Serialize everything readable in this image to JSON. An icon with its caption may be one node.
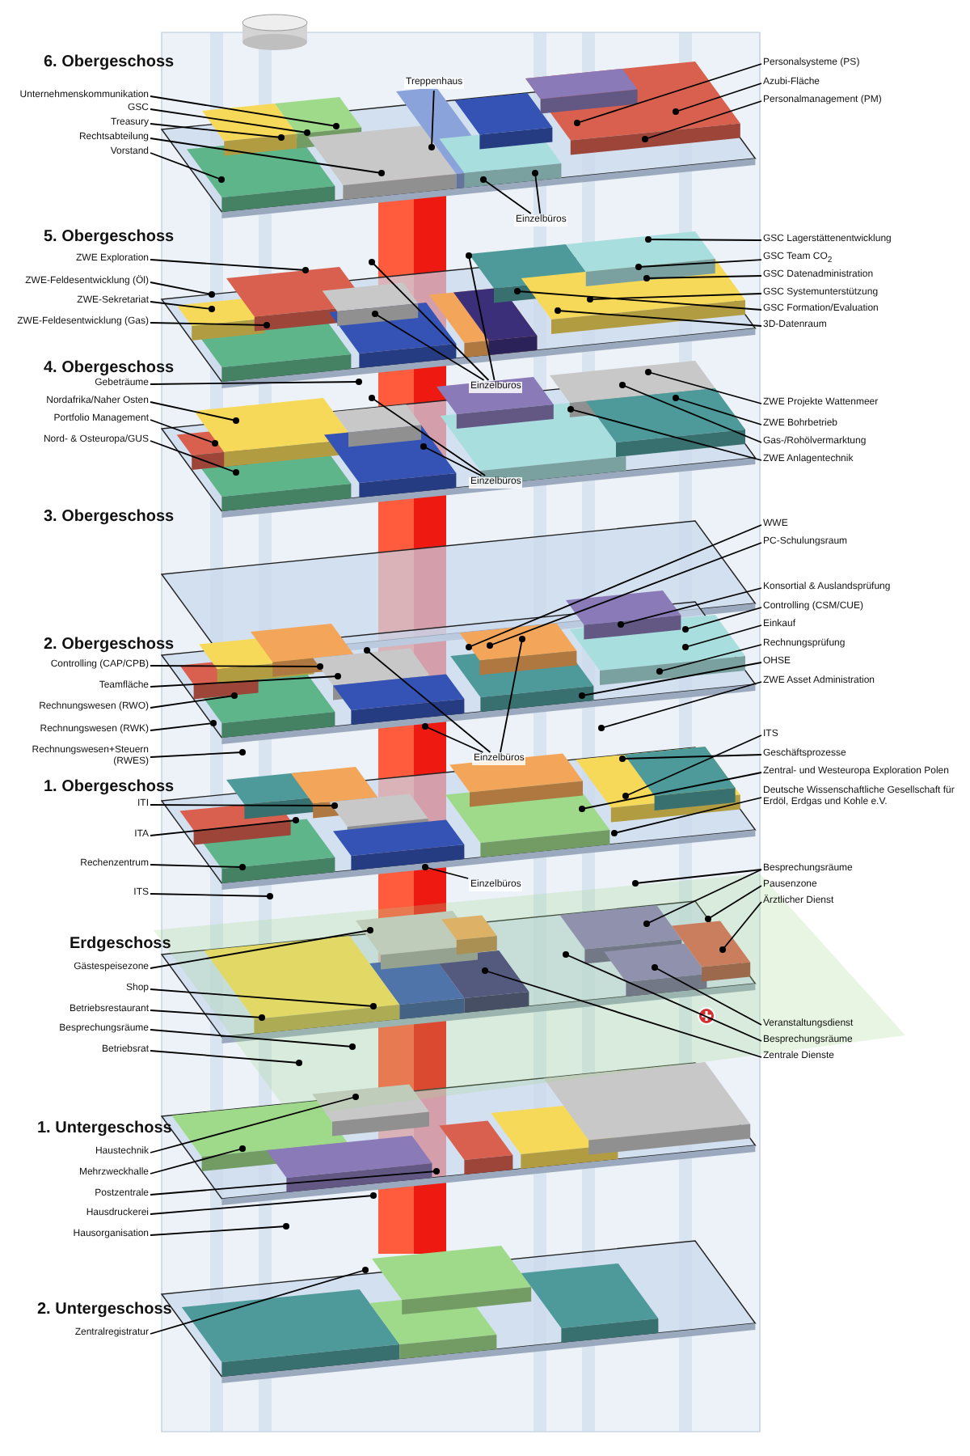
{
  "diagram": {
    "nodes": [
      {
        "text": [
          "Unternehmenskommunikation"
        ]
      },
      {
        "text": [
          "GSC"
        ]
      },
      {
        "text": [
          "Treasury"
        ]
      },
      {
        "text": [
          "Rechtsabteilung"
        ]
      },
      {
        "text": [
          "Vorstand"
        ]
      },
      {
        "text": [
          "Treppenhaus"
        ]
      },
      {
        "text": [
          "Personalsysteme (PS)"
        ]
      },
      {
        "text": [
          "Azubi-Fläche"
        ]
      },
      {
        "text": [
          "Personalmanagement (PM)"
        ]
      },
      {
        "text": [
          "Einzelbüros"
        ]
      },
      {
        "text": [
          "ZWE Exploration"
        ]
      },
      {
        "text": [
          "ZWE-Feldesentwicklung (Öl)"
        ]
      },
      {
        "text": [
          "ZWE-Sekretariat"
        ]
      },
      {
        "text": [
          "ZWE-Feldesentwicklung (Gas)"
        ]
      },
      {
        "text": [
          "GSC Lagerstättenentwicklung"
        ]
      },
      {
        "text": [
          "GSC Team CO$_{2}$"
        ]
      },
      {
        "text": [
          "GSC Datenadministration"
        ]
      },
      {
        "text": [
          "GSC Systemunterstützung"
        ]
      },
      {
        "text": [
          "GSC Formation/Evaluation"
        ]
      },
      {
        "text": [
          "3D-Datenraum"
        ]
      },
      {
        "text": [
          "Einzelbüros"
        ]
      },
      {
        "text": [
          "Gebeträume"
        ]
      },
      {
        "text": [
          "Nordafrika/Naher Osten"
        ]
      },
      {
        "text": [
          "Portfolio Management"
        ]
      },
      {
        "text": [
          "Nord- & Osteuropa/GUS"
        ]
      },
      {
        "text": [
          "ZWE Projekte Wattenmeer"
        ]
      },
      {
        "text": [
          "ZWE Bohrbetrieb"
        ]
      },
      {
        "text": [
          "Gas-/Rohölvermarktung"
        ]
      },
      {
        "text": [
          "ZWE Anlagentechnik"
        ]
      },
      {
        "text": [
          "Einzelbüros"
        ]
      },
      {
        "text": [
          "WWE"
        ]
      },
      {
        "text": [
          "PC-Schulungsraum"
        ]
      },
      {
        "text": [
          "Konsortial & Auslandsprüfung"
        ]
      },
      {
        "text": [
          "Controlling (CSM/CUE)"
        ]
      },
      {
        "text": [
          "Einkauf"
        ]
      },
      {
        "text": [
          "Rechnungsprüfung"
        ]
      },
      {
        "text": [
          "OHSE"
        ]
      },
      {
        "text": [
          "ZWE Asset Administration"
        ]
      },
      {
        "text": [
          "Controlling (CAP/CPB)"
        ]
      },
      {
        "text": [
          "Teamfläche"
        ]
      },
      {
        "text": [
          "Rechnungswesen (RWO)"
        ]
      },
      {
        "text": [
          "Rechnungswesen (RWK)"
        ]
      },
      {
        "text": [
          "Rechnungswesen+Steuern (RWES)"
        ]
      },
      {
        "text": [
          "Einzelbüros"
        ]
      },
      {
        "text": [
          "ITS"
        ]
      },
      {
        "text": [
          "Geschäftsprozesse"
        ]
      },
      {
        "text": [
          "Zentral- und Westeuropa Exploration Polen"
        ]
      },
      {
        "text": [
          "Deutsche Wissenschaftliche Gesellschaft für Erdöl, Erdgas und Kohle e.V."
        ]
      },
      {
        "text": [
          "ITI"
        ]
      },
      {
        "text": [
          "ITA"
        ]
      },
      {
        "text": [
          "Rechenzentrum"
        ]
      },
      {
        "text": [
          "ITS"
        ]
      },
      {
        "text": [
          "Einzelbüros"
        ]
      },
      {
        "text": [
          "Besprechungsräume"
        ]
      },
      {
        "text": [
          "Pausenzone"
        ]
      },
      {
        "text": [
          "Ärztlicher Dienst"
        ]
      },
      {
        "text": [
          "Gästespeisezone"
        ]
      },
      {
        "text": [
          "Shop"
        ]
      },
      {
        "text": [
          "Betriebsrestaurant"
        ]
      },
      {
        "text": [
          "Besprechungsräume"
        ]
      },
      {
        "text": [
          "Betriebsrat"
        ]
      },
      {
        "text": [
          "Veranstaltungsdienst"
        ]
      },
      {
        "text": [
          "Besprechungsräume"
        ]
      },
      {
        "text": [
          "Zentrale Dienste"
        ]
      },
      {
        "text": [
          "Haustechnik"
        ]
      },
      {
        "text": [
          "Mehrzweckhalle"
        ]
      },
      {
        "text": [
          "Postzentrale"
        ]
      },
      {
        "text": [
          "Hausdruckerei"
        ]
      },
      {
        "text": [
          "Hausorganisation"
        ]
      },
      {
        "text": [
          "Zentralregistratur"
        ]
      }
    ],
    "edges": [
      {
        "from": 0,
        "to": null,
        "arrow": "other"
      },
      {
        "from": 1,
        "to": null,
        "arrow": "other"
      },
      {
        "from": 2,
        "to": null,
        "arrow": "other"
      },
      {
        "from": 3,
        "to": null,
        "arrow": "other"
      },
      {
        "from": 4,
        "to": null,
        "arrow": "other"
      },
      {
        "from": 5,
        "to": null,
        "arrow": "other"
      },
      {
        "from": 6,
        "to": null,
        "arrow": "other"
      },
      {
        "from": 7,
        "to": null,
        "arrow": "other"
      },
      {
        "from": 8,
        "to": null,
        "arrow": "other"
      },
      {
        "from": 9,
        "to": null,
        "arrow": "other"
      },
      {
        "from": 9,
        "to": null,
        "arrow": "other"
      },
      {
        "from": 10,
        "to": null,
        "arrow": "other"
      },
      {
        "from": 11,
        "to": null,
        "arrow": "other"
      },
      {
        "from": 12,
        "to": null,
        "arrow": "other"
      },
      {
        "from": 13,
        "to": null,
        "arrow": "other"
      },
      {
        "from": 14,
        "to": null,
        "arrow": "other"
      },
      {
        "from": 15,
        "to": null,
        "arrow": "other"
      },
      {
        "from": 16,
        "to": null,
        "arrow": "other"
      },
      {
        "from": 17,
        "to": null,
        "arrow": "other"
      },
      {
        "from": 18,
        "to": null,
        "arrow": "other"
      },
      {
        "from": 19,
        "to": null,
        "arrow": "other"
      },
      {
        "from": 20,
        "to": null,
        "arrow": "other"
      },
      {
        "from": 20,
        "to": null,
        "arrow": "other"
      },
      {
        "from": 20,
        "to": null,
        "arrow": "other"
      },
      {
        "from": 21,
        "to": null,
        "arrow": "other"
      },
      {
        "from": 22,
        "to": null,
        "arrow": "other"
      },
      {
        "from": 23,
        "to": null,
        "arrow": "other"
      },
      {
        "from": 24,
        "to": null,
        "arrow": "other"
      },
      {
        "from": 25,
        "to": null,
        "arrow": "other"
      },
      {
        "from": 26,
        "to": null,
        "arrow": "other"
      },
      {
        "from": 27,
        "to": null,
        "arrow": "other"
      },
      {
        "from": 28,
        "to": null,
        "arrow": "other"
      },
      {
        "from": 29,
        "to": null,
        "arrow": "other"
      },
      {
        "from": 29,
        "to": null,
        "arrow": "other"
      },
      {
        "from": 30,
        "to": null,
        "arrow": "other"
      },
      {
        "from": 31,
        "to": null,
        "arrow": "other"
      },
      {
        "from": 32,
        "to": null,
        "arrow": "other"
      },
      {
        "from": 33,
        "to": null,
        "arrow": "other"
      },
      {
        "from": 34,
        "to": null,
        "arrow": "other"
      },
      {
        "from": 35,
        "to": null,
        "arrow": "other"
      },
      {
        "from": 36,
        "to": null,
        "arrow": "other"
      },
      {
        "from": 37,
        "to": null,
        "arrow": "other"
      },
      {
        "from": 38,
        "to": null,
        "arrow": "other"
      },
      {
        "from": 39,
        "to": null,
        "arrow": "other"
      },
      {
        "from": 40,
        "to": null,
        "arrow": "other"
      },
      {
        "from": 41,
        "to": null,
        "arrow": "other"
      },
      {
        "from": 42,
        "to": null,
        "arrow": "other"
      },
      {
        "from": 43,
        "to": null,
        "arrow": "other"
      },
      {
        "from": 43,
        "to": null,
        "arrow": "other"
      },
      {
        "from": 43,
        "to": null,
        "arrow": "other"
      },
      {
        "from": 44,
        "to": null,
        "arrow": "other"
      },
      {
        "from": 45,
        "to": null,
        "arrow": "other"
      },
      {
        "from": 46,
        "to": null,
        "arrow": "other"
      },
      {
        "from": 47,
        "to": null,
        "arrow": "other"
      },
      {
        "from": 48,
        "to": null,
        "arrow": "other"
      },
      {
        "from": 49,
        "to": null,
        "arrow": "other"
      },
      {
        "from": 50,
        "to": null,
        "arrow": "other"
      },
      {
        "from": 51,
        "to": null,
        "arrow": "other"
      },
      {
        "from": 52,
        "to": null,
        "arrow": "other"
      },
      {
        "from": 53,
        "to": null,
        "arrow": "other"
      },
      {
        "from": 53,
        "to": null,
        "arrow": "other"
      },
      {
        "from": 54,
        "to": null,
        "arrow": "other"
      },
      {
        "from": 55,
        "to": null,
        "arrow": "other"
      },
      {
        "from": 56,
        "to": null,
        "arrow": "other"
      },
      {
        "from": 57,
        "to": null,
        "arrow": "other"
      },
      {
        "from": 58,
        "to": null,
        "arrow": "other"
      },
      {
        "from": 59,
        "to": null,
        "arrow": "other"
      },
      {
        "from": 60,
        "to": null,
        "arrow": "other"
      },
      {
        "from": 61,
        "to": null,
        "arrow": "other"
      },
      {
        "from": 62,
        "to": null,
        "arrow": "other"
      },
      {
        "from": 63,
        "to": null,
        "arrow": "other"
      },
      {
        "from": 64,
        "to": null,
        "arrow": "other"
      },
      {
        "from": 65,
        "to": null,
        "arrow": "other"
      },
      {
        "from": 66,
        "to": null,
        "arrow": "other"
      },
      {
        "from": 67,
        "to": null,
        "arrow": "other"
      },
      {
        "from": 68,
        "to": null,
        "arrow": "other"
      },
      {
        "from": 69,
        "to": null,
        "arrow": "other"
      }
    ],
    "labels": [
      "6. Obergeschoss",
      "5. Obergeschoss",
      "4. Obergeschoss",
      "3. Obergeschoss",
      "2. Obergeschoss",
      "1. Obergeschoss",
      "Erdgeschoss",
      "1. Untergeschoss",
      "2. Untergeschoss"
    ]
  }
}
